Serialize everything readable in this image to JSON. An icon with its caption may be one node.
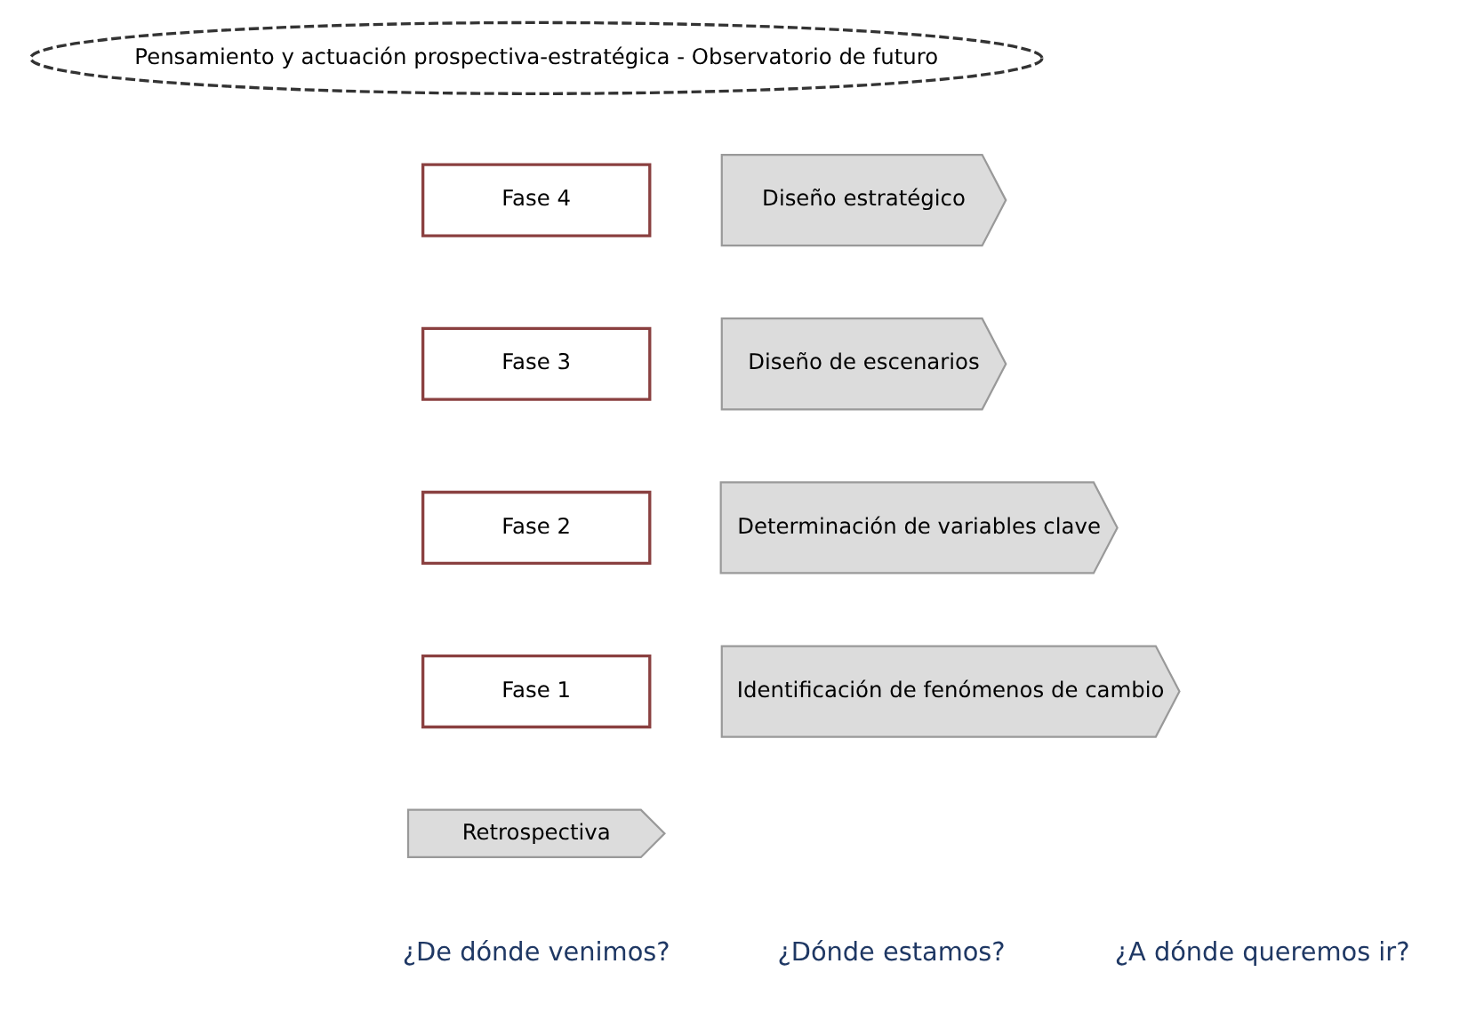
{
  "diagram": {
    "nodes": [
      {
        "text": [
          "Pensamiento y actuación prospectiva-estratégica - Observatorio de futuro"
        ]
      },
      {
        "text": [
          "Fase 4"
        ]
      },
      {
        "text": [
          "Diseño estratégico"
        ]
      },
      {
        "text": [
          "Fase 3"
        ]
      },
      {
        "text": [
          "Diseño de escenarios"
        ]
      },
      {
        "text": [
          "Fase 2"
        ]
      },
      {
        "text": [
          "Determinación de variables clave"
        ]
      },
      {
        "text": [
          "Fase 1"
        ]
      },
      {
        "text": [
          "Identificación de fenómenos de cambio"
        ]
      },
      {
        "text": [
          "Retrospectiva"
        ]
      }
    ],
    "labels": [
      "¿De dónde venimos?",
      "¿Dónde estamos?",
      "¿A dónde queremos ir?"
    ]
  }
}
